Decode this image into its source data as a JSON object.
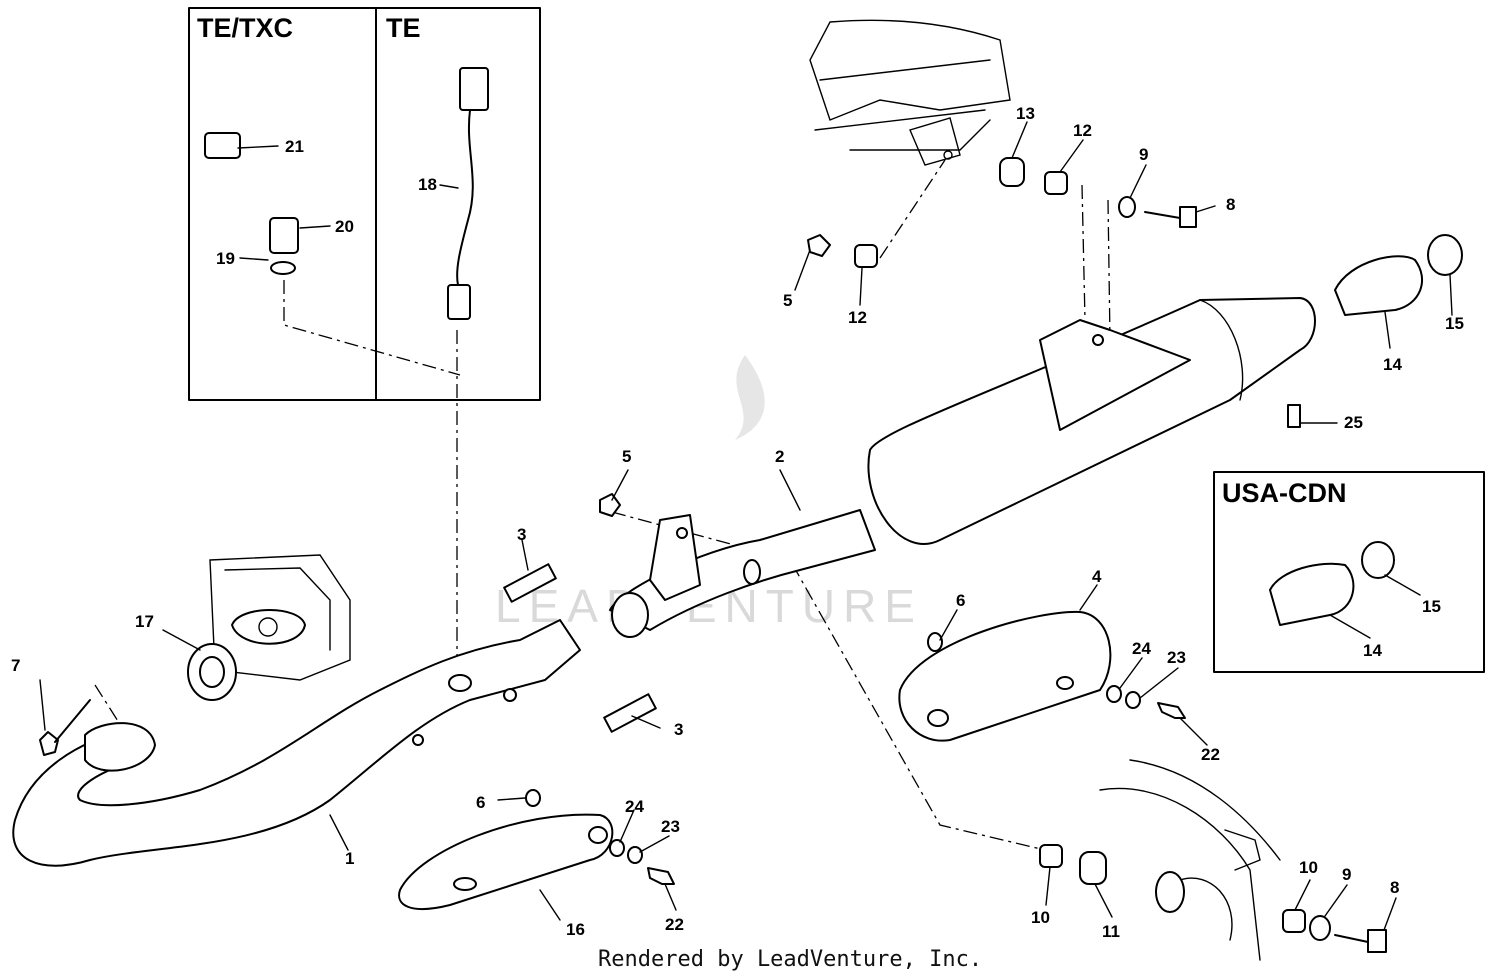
{
  "boxes": {
    "te_txc": "TE/TXC",
    "te": "TE",
    "usa_cdn": "USA-CDN"
  },
  "callouts": {
    "c1": "1",
    "c2": "2",
    "c3a": "3",
    "c3b": "3",
    "c4": "4",
    "c5a": "5",
    "c5b": "5",
    "c6a": "6",
    "c6b": "6",
    "c7": "7",
    "c8a": "8",
    "c8b": "8",
    "c9a": "9",
    "c9b": "9",
    "c10a": "10",
    "c10b": "10",
    "c11": "11",
    "c12a": "12",
    "c12b": "12",
    "c13": "13",
    "c14a": "14",
    "c14b": "14",
    "c15a": "15",
    "c15b": "15",
    "c16": "16",
    "c17": "17",
    "c18": "18",
    "c19": "19",
    "c20": "20",
    "c21": "21",
    "c22a": "22",
    "c22b": "22",
    "c23a": "23",
    "c23b": "23",
    "c24a": "24",
    "c24b": "24",
    "c25": "25"
  },
  "watermark": "LEADVENTURE",
  "footer": "Rendered by LeadVenture, Inc."
}
